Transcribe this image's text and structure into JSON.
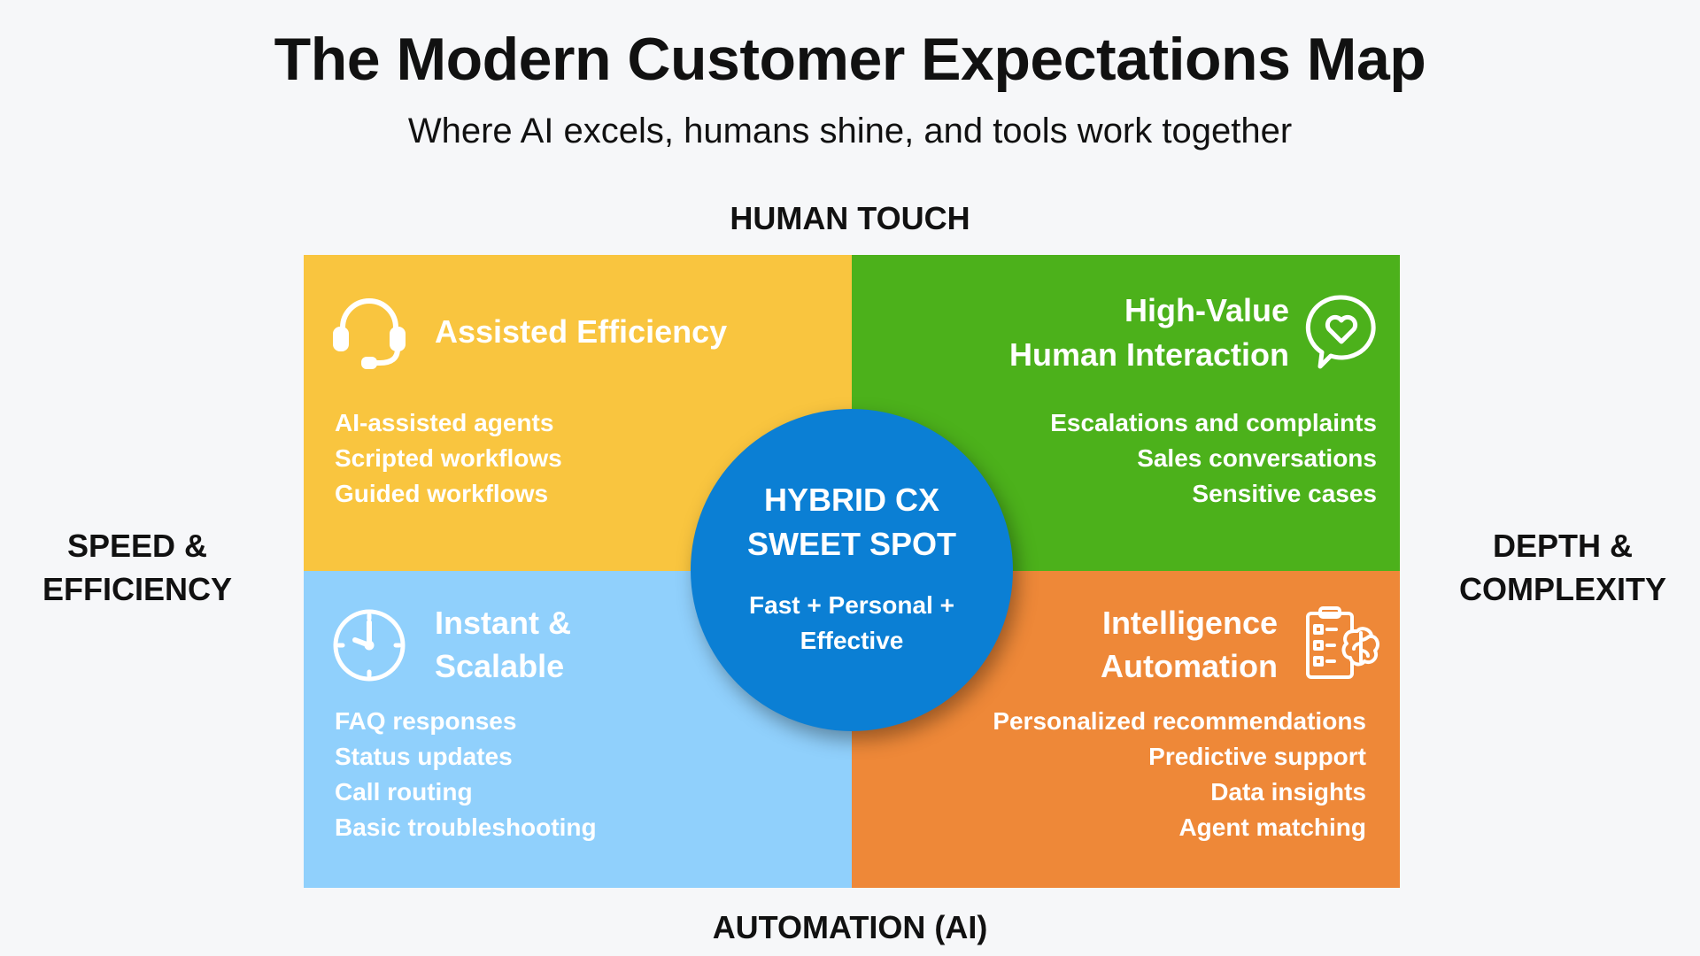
{
  "header": {
    "title": "The Modern Customer Expectations Map",
    "subtitle": "Where AI excels, humans shine, and tools work together"
  },
  "axes": {
    "top": "HUMAN TOUCH",
    "bottom": "AUTOMATION (AI)",
    "left_line1": "SPEED &",
    "left_line2": "EFFICIENCY",
    "right_line1": "DEPTH &",
    "right_line2": "COMPLEXITY"
  },
  "quadrants": {
    "top_left": {
      "title": "Assisted Efficiency",
      "icon": "headset-icon",
      "color": "#f9c53f",
      "items": [
        "AI-assisted agents",
        "Scripted workflows",
        "Guided workflows"
      ]
    },
    "top_right": {
      "title_line1": "High-Value",
      "title_line2": "Human Interaction",
      "icon": "heart-chat-icon",
      "color": "#4cb11b",
      "items": [
        "Escalations and complaints",
        "Sales conversations",
        "Sensitive cases"
      ]
    },
    "bottom_left": {
      "title_line1": "Instant &",
      "title_line2": "Scalable",
      "icon": "clock-icon",
      "color": "#90d0fc",
      "items": [
        "FAQ responses",
        "Status updates",
        "Call routing",
        "Basic troubleshooting"
      ]
    },
    "bottom_right": {
      "title_line1": "Intelligence",
      "title_line2": "Automation",
      "icon": "checklist-brain-icon",
      "color": "#ee8838",
      "items": [
        "Personalized recommendations",
        "Predictive support",
        "Data insights",
        "Agent matching"
      ]
    }
  },
  "center": {
    "title_line1": "HYBRID CX",
    "title_line2": "SWEET SPOT",
    "sub_line1": "Fast + Personal +",
    "sub_line2": "Effective",
    "color": "#0b7fd4"
  }
}
